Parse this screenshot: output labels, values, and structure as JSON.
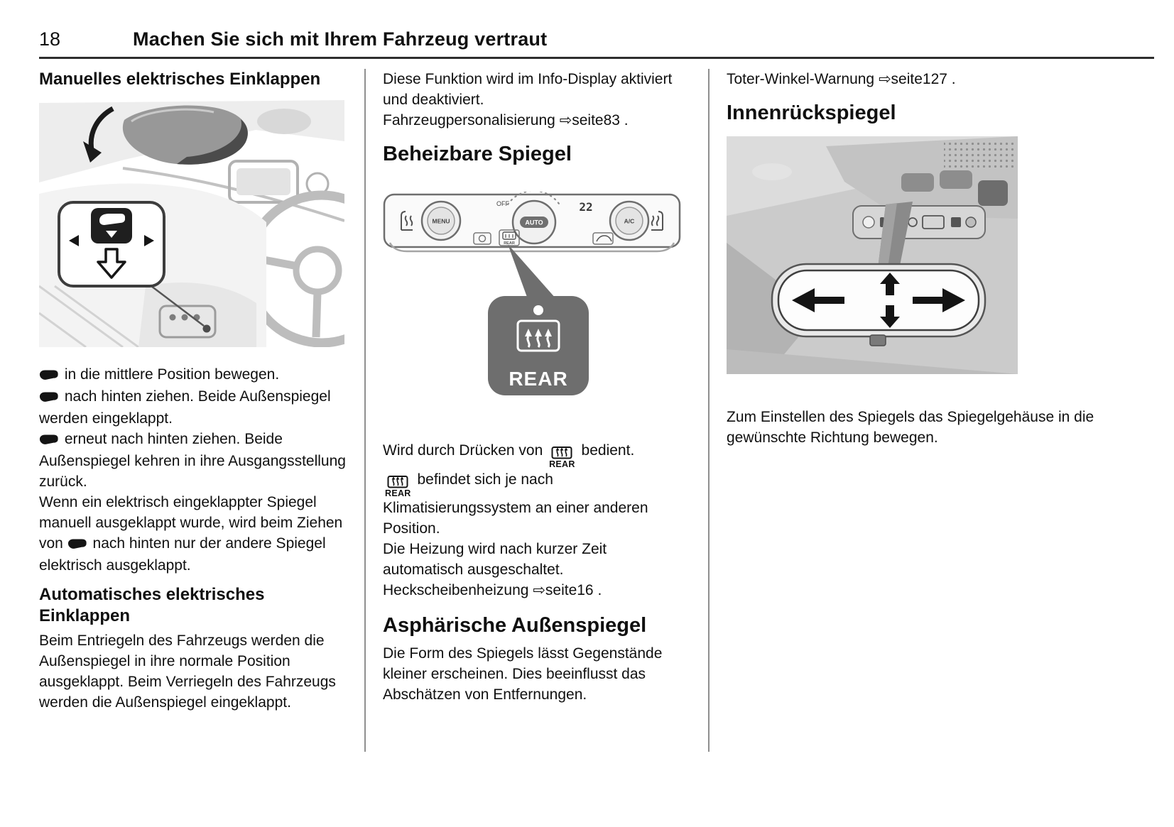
{
  "header": {
    "page_number": "18",
    "title": "Machen Sie sich mit Ihrem Fahrzeug vertraut"
  },
  "col1": {
    "heading": "Manuelles elektrisches Einklappen",
    "step1": " in die mittlere Position bewegen.",
    "step2": " nach hinten ziehen. Beide Außenspiegel werden eingeklappt.",
    "step3": " erneut nach hinten ziehen. Beide Außenspiegel kehren in ihre Ausgangsstellung zurück.",
    "manual_pre": "Wenn ein elektrisch eingeklappter Spiegel manuell ausgeklappt wurde, wird beim Ziehen von ",
    "manual_post": " nach hinten nur der andere Spiegel elektrisch ausgeklappt.",
    "subheading": "Automatisches elektrisches Einklappen",
    "auto_para": "Beim Entriegeln des Fahrzeugs werden die Außenspiegel in ihre normale Position ausgeklappt. Beim Verriegeln des Fahrzeugs werden die Außenspiegel eingeklappt."
  },
  "col2": {
    "intro": "Diese Funktion wird im Info-Display aktiviert und deaktiviert.",
    "personalization_text": "Fahrzeugpersonalisierung",
    "personalization_ref": " ⇨seite83",
    "personalization_end": " .",
    "heading_heated": "Beheizbare Spiegel",
    "climate_panel": {
      "off": "OFF",
      "temp": "22",
      "menu": "MENU",
      "auto": "AUTO",
      "ac": "A/C",
      "rear_small": "REAR"
    },
    "callout_rear": "REAR",
    "inline_rear": "REAR",
    "operate_pre": "Wird durch Drücken von ",
    "operate_post": " bedient.",
    "position_post": " befindet sich je nach Klimatisierungssystem an einer anderen Position.",
    "heating": "Die Heizung wird nach kurzer Zeit automatisch ausgeschaltet.",
    "rearwindow_text": "Heckscheibenheizung",
    "rearwindow_ref": " ⇨seite16",
    "rearwindow_end": " .",
    "heading_aspheric": "Asphärische Außenspiegel",
    "aspheric": "Die Form des Spiegels lässt Gegenstände kleiner erscheinen. Dies beeinflusst das Abschätzen von Entfernungen."
  },
  "col3": {
    "blindspot_text": "Toter-Winkel-Warnung",
    "blindspot_ref": " ⇨seite127",
    "blindspot_end": " .",
    "heading": "Innenrückspiegel",
    "adjust": "Zum Einstellen des Spiegels das Spiegelgehäuse in die gewünschte Richtung bewegen."
  }
}
